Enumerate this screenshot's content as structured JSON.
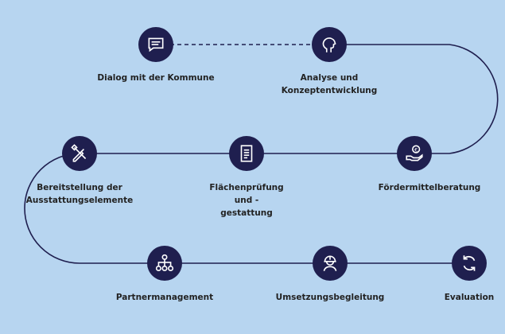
{
  "colors": {
    "background": "#b7d5f0",
    "node": "#1f1f4f",
    "line": "#1f1f4f",
    "icon": "#ffffff",
    "text": "#222222"
  },
  "steps": [
    {
      "id": "dialog",
      "icon": "speech-bubble-icon",
      "label": "Dialog mit der Kommune"
    },
    {
      "id": "analyse",
      "icon": "head-profile-icon",
      "label": "Analyse und\nKonzeptentwicklung"
    },
    {
      "id": "foerder",
      "icon": "euro-hand-icon",
      "label": "Fördermittelberatung"
    },
    {
      "id": "flaechen",
      "icon": "document-icon",
      "label": "Flächenprüfung und -\ngestattung"
    },
    {
      "id": "bereit",
      "icon": "tools-icon",
      "label": "Bereitstellung der\nAusstattungselemente"
    },
    {
      "id": "partner",
      "icon": "network-icon",
      "label": "Partnermanagement"
    },
    {
      "id": "umsetzung",
      "icon": "helmet-worker-icon",
      "label": "Umsetzungsbegleitung"
    },
    {
      "id": "eval",
      "icon": "refresh-cycle-icon",
      "label": "Evaluation"
    }
  ]
}
